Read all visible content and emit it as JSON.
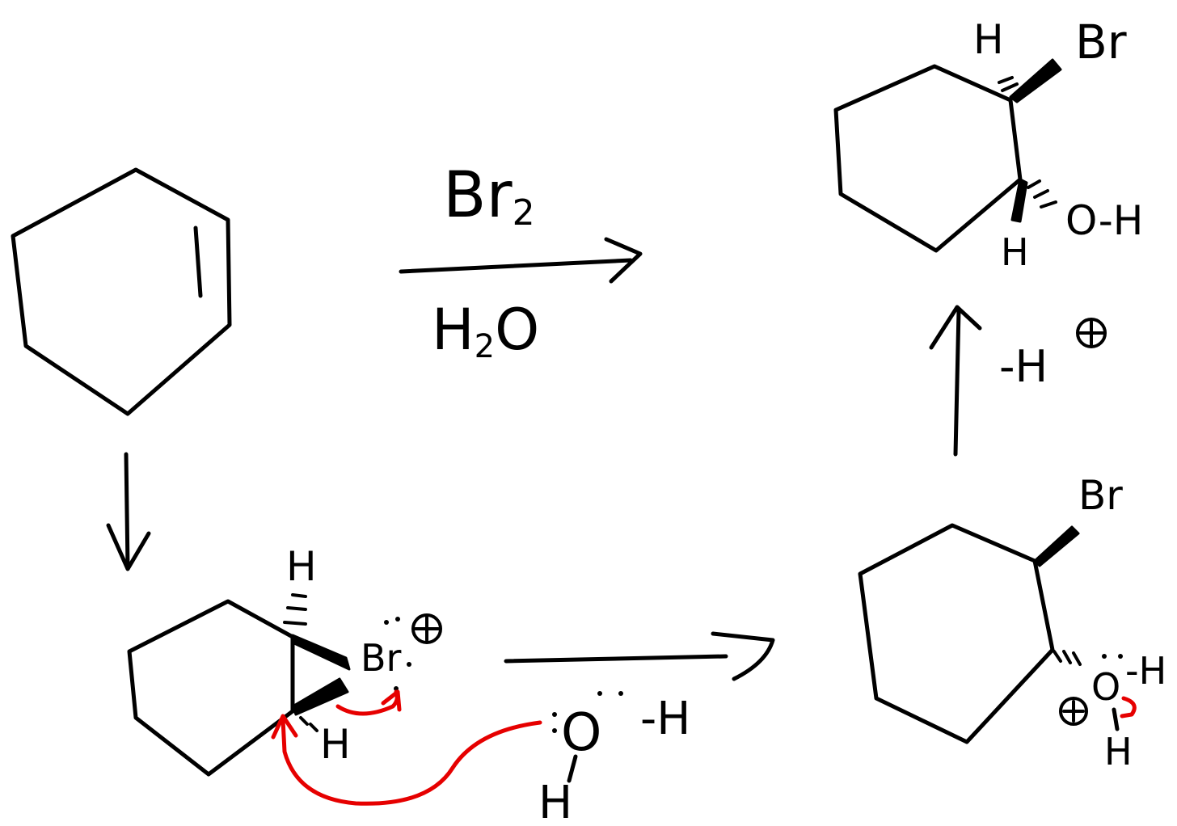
{
  "reaction": {
    "reagent_top": "Br",
    "reagent_top_sub": "2",
    "reagent_bottom": "H",
    "reagent_bottom_sub": "2",
    "reagent_bottom_tail": "O"
  },
  "bromonium": {
    "h_top": "H",
    "br": "Br",
    "h_bottom": "H"
  },
  "water": {
    "o": "O",
    "h_right": "-H",
    "h_bottom": "H"
  },
  "oxonium": {
    "br": "Br",
    "o": "O",
    "h_right": "-H",
    "h_bottom": "H"
  },
  "deprotonation": {
    "label": "-H"
  },
  "product": {
    "h_top": "H",
    "br": "Br",
    "oh": "O-H",
    "h_bottom": "H"
  }
}
